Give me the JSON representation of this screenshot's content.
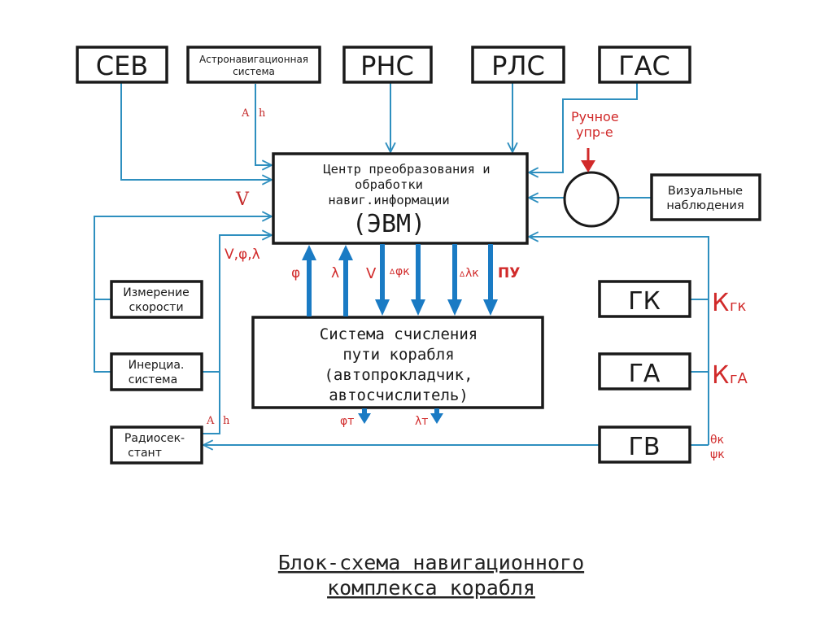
{
  "title": {
    "line1": "Блок-схема навигационного",
    "line2": "комплекса корабля"
  },
  "top_blocks": {
    "sev": "СЕВ",
    "astro_line1": "Астронавигационная",
    "astro_line2": "система",
    "rns": "РНС",
    "rls": "РЛС",
    "gas": "ГАС"
  },
  "center_block": {
    "line1": "Центр преобразования и",
    "line2": "обработки",
    "line3": "навиг.информации",
    "line4": "(ЭВМ)"
  },
  "dead_reckoning_block": {
    "line1": "Система счисления",
    "line2": "пути корабля",
    "line3": "(автопрокладчик,",
    "line4": "автосчислитель)"
  },
  "left_blocks": {
    "speed_line1": "Измерение",
    "speed_line2": "скорости",
    "inertial_line1": "Инерциа.",
    "inertial_line2": "система",
    "sextant_line1": "Радиосек-",
    "sextant_line2": "стант"
  },
  "right_blocks": {
    "visual_line1": "Визуальные",
    "visual_line2": "наблюдения",
    "gk": "ГК",
    "ga": "ГА",
    "gv": "ГВ"
  },
  "signals": {
    "astro_ah_a": "A",
    "astro_ah_h": "h",
    "sev_v": "V",
    "v_phi_lambda": "V,φ,λ",
    "manual_line1": "Ручное",
    "manual_line2": "упр-е",
    "phi": "φ",
    "lambda": "λ",
    "v": "V",
    "dphi_prefix": "Δ",
    "dphi": "φк",
    "dlambda_prefix": "Δ",
    "dlambda": "λк",
    "pu": "ПУ",
    "phi_t": "φт",
    "lambda_t": "λт",
    "sextant_ah_a": "A",
    "sextant_ah_h": "h",
    "k_gk_main": "К",
    "k_gk_sub": "гк",
    "k_ga_main": "К",
    "k_ga_sub": "гА",
    "theta_k": "θк",
    "psi_k": "ψк"
  },
  "colors": {
    "wire": "#2e8fbf",
    "bus_arrow": "#1a7bc4",
    "signal_red": "#d12a2a"
  }
}
